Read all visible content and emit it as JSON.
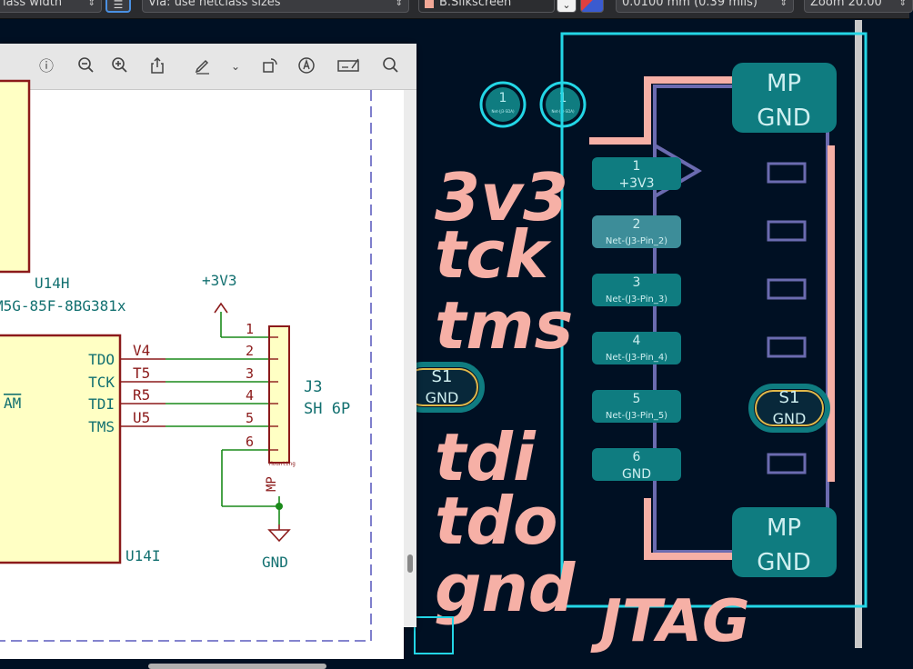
{
  "toolbar": {
    "track_width": "lass width",
    "via_size": "Via: use netclass sizes",
    "layer": "B.Silkscreen",
    "grid": "0.0100 mm (0.39 mils)",
    "zoom": "Zoom 20.00",
    "colors": {
      "layer_swatch": "#f2a896"
    }
  },
  "pcb": {
    "silk_labels": [
      "3v3",
      "tck",
      "tms",
      "tdi",
      "tdo",
      "gnd"
    ],
    "ref_label": "JTAG",
    "via_labels": [
      "1",
      "1"
    ],
    "via_nets": [
      "Net-(J3-SDA)",
      "Net-(J3-SDA)"
    ],
    "pads": [
      {
        "number": "1",
        "net": "+3V3"
      },
      {
        "number": "2",
        "net": "Net-(J3-Pin_2)"
      },
      {
        "number": "3",
        "net": "Net-(J3-Pin_3)"
      },
      {
        "number": "4",
        "net": "Net-(J3-Pin_4)"
      },
      {
        "number": "5",
        "net": "Net-(J3-Pin_5)"
      },
      {
        "number": "6",
        "net": "GND"
      }
    ],
    "mp_top": {
      "label": "MP",
      "net": "GND"
    },
    "mp_bottom": {
      "label": "MP",
      "net": "GND"
    },
    "s1_right": {
      "label": "S1",
      "net": "GND"
    },
    "s1_left": {
      "label": "S1",
      "net": "GND"
    },
    "colors": {
      "silk": "#f6b0a6",
      "courtyard": "#23d6e6",
      "pad": "#0f7c80",
      "fab": "#6b6bb0"
    }
  },
  "viewer": {
    "icons": [
      "info-icon",
      "zoom-out-icon",
      "zoom-in-icon",
      "share-icon",
      "markup-icon",
      "chevron-down-icon",
      "rotate-icon",
      "annotate-icon",
      "form-icon",
      "search-icon"
    ]
  },
  "schematic": {
    "u14h_ref": "U14H",
    "u14h_part": "M5G-85F-8BG381x",
    "power_label": "+3V3",
    "connector_ref": "J3",
    "connector_value": "SH 6P",
    "pin_numbers": [
      "1",
      "2",
      "3",
      "4",
      "5",
      "6"
    ],
    "signals": [
      "TDO",
      "TCK",
      "TDI",
      "TMS"
    ],
    "ball_names": [
      "V4",
      "T5",
      "R5",
      "U5"
    ],
    "mp_label": "MP",
    "mounting_label": "Mounting",
    "u14i_ref": "U14I",
    "gnd_label": "GND",
    "partial_pin": "AM"
  }
}
